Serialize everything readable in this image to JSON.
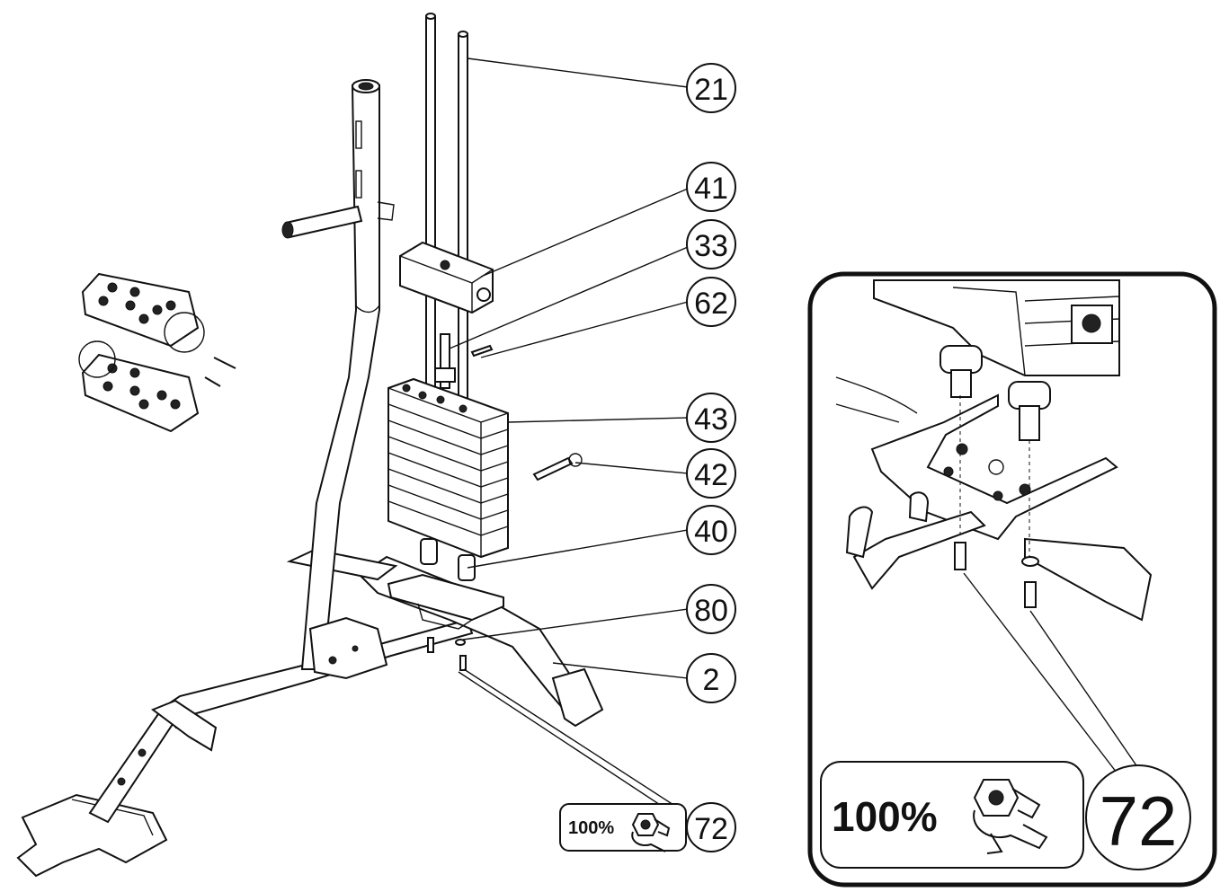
{
  "callouts": [
    {
      "id": "callout-21",
      "label": "21"
    },
    {
      "id": "callout-41",
      "label": "41"
    },
    {
      "id": "callout-33",
      "label": "33"
    },
    {
      "id": "callout-62",
      "label": "62"
    },
    {
      "id": "callout-43",
      "label": "43"
    },
    {
      "id": "callout-42",
      "label": "42"
    },
    {
      "id": "callout-40",
      "label": "40"
    },
    {
      "id": "callout-80",
      "label": "80"
    },
    {
      "id": "callout-2",
      "label": "2"
    },
    {
      "id": "callout-72",
      "label": "72"
    }
  ],
  "torque_note": {
    "text": "100%",
    "icon": "wrench-nut-icon"
  },
  "detail_view": {
    "torque_text": "100%",
    "icon": "wrench-nut-icon",
    "part_label": "72"
  }
}
